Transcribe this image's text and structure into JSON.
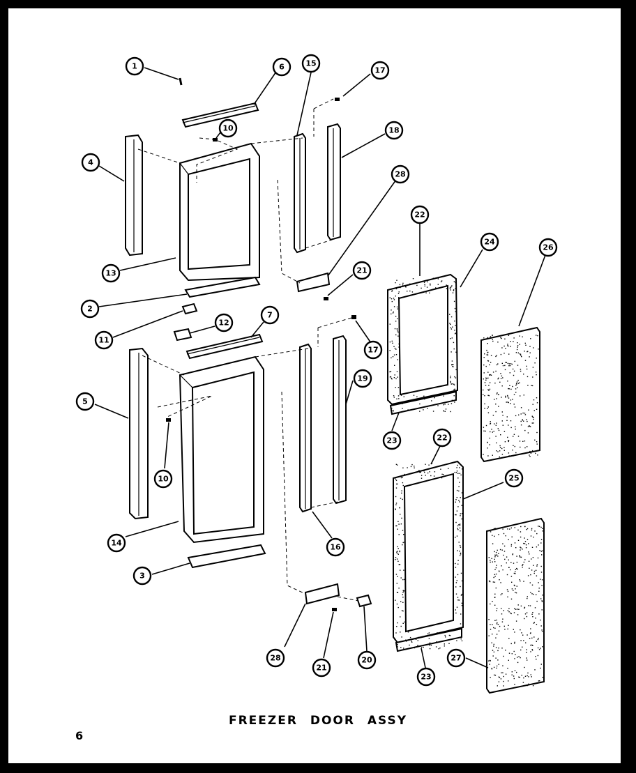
{
  "title": "FREEZER DOOR ASSY",
  "page_number": "6",
  "callouts": {
    "c1": "1",
    "c6": "6",
    "c15": "15",
    "c17a": "17",
    "c4": "4",
    "c10a": "10",
    "c18": "18",
    "c28a": "28",
    "c22a": "22",
    "c24": "24",
    "c26": "26",
    "c13": "13",
    "c21a": "21",
    "c2": "2",
    "c11": "11",
    "c12": "12",
    "c7": "7",
    "c17b": "17",
    "c5": "5",
    "c19": "19",
    "c23a": "23",
    "c10b": "10",
    "c22b": "22",
    "c25": "25",
    "c14": "14",
    "c16": "16",
    "c3": "3",
    "c28b": "28",
    "c21b": "21",
    "c20": "20",
    "c23b": "23",
    "c27": "27"
  }
}
